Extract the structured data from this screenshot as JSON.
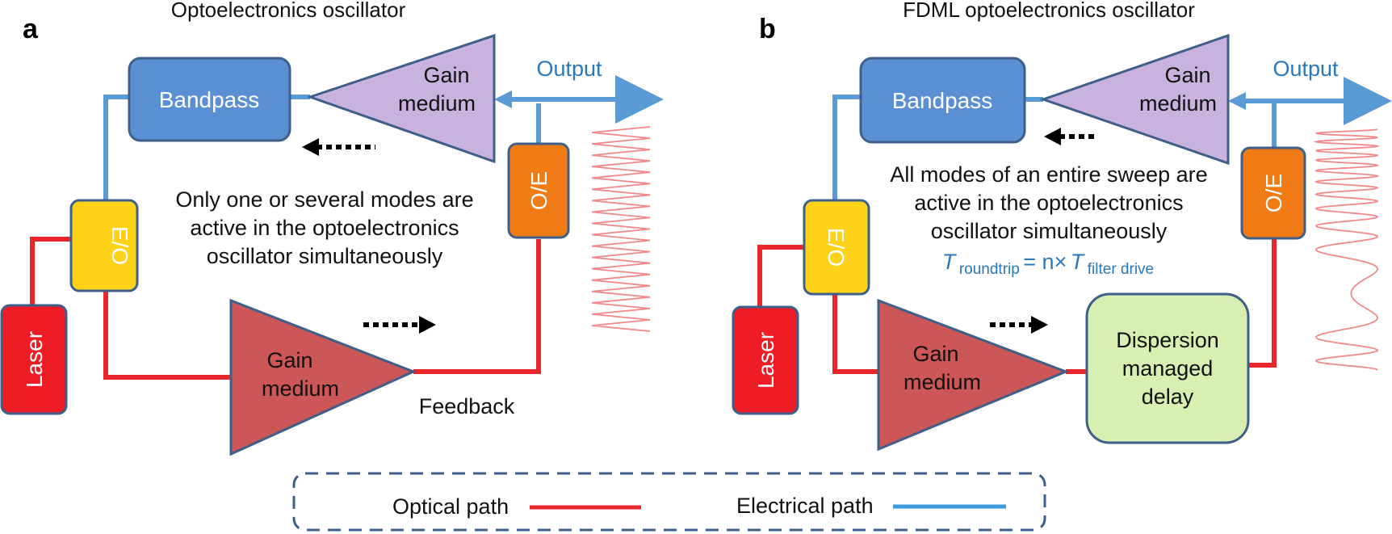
{
  "panel_a": {
    "letter": "a",
    "title": "Optoelectronics oscillator",
    "bandpass": "Bandpass",
    "gain_top_line1": "Gain",
    "gain_top_line2": "medium",
    "output": "Output",
    "oe": "O/E",
    "eo": "E/O",
    "laser": "Laser",
    "gain_bottom_line1": "Gain",
    "gain_bottom_line2": "medium",
    "feedback": "Feedback",
    "description": [
      "Only one or several  modes are",
      "active in the optoelectronics",
      "oscillator simultaneously"
    ]
  },
  "panel_b": {
    "letter": "b",
    "title": "FDML optoelectronics oscillator",
    "bandpass": "Bandpass",
    "gain_top_line1": "Gain",
    "gain_top_line2": "medium",
    "output": "Output",
    "oe": "O/E",
    "eo": "E/O",
    "laser": "Laser",
    "gain_bottom_line1": "Gain",
    "gain_bottom_line2": "medium",
    "delay_line1": "Dispersion",
    "delay_line2": "managed",
    "delay_line3": "delay",
    "description": [
      "All modes of an entire sweep are",
      "active in the optoelectronics",
      "oscillator simultaneously"
    ],
    "equation": {
      "lhs_symbol": "T",
      "lhs_sub": "roundtrip",
      "middle": " = n×",
      "rhs_symbol": "T",
      "rhs_sub": "filter drive"
    }
  },
  "legend": {
    "optical_label": "Optical path",
    "electrical_label": "Electrical path"
  },
  "colors": {
    "optical": "#e8262b",
    "electrical": "#5b9bd5",
    "bandpass": "#5b8fd4",
    "gain_top": "#c9b3de",
    "gain_bottom": "#cd5656",
    "oe": "#f07a14",
    "eo": "#ffd21a",
    "laser": "#ee1c24",
    "delay": "#d7efb0",
    "outline": "#3e5f8a"
  }
}
